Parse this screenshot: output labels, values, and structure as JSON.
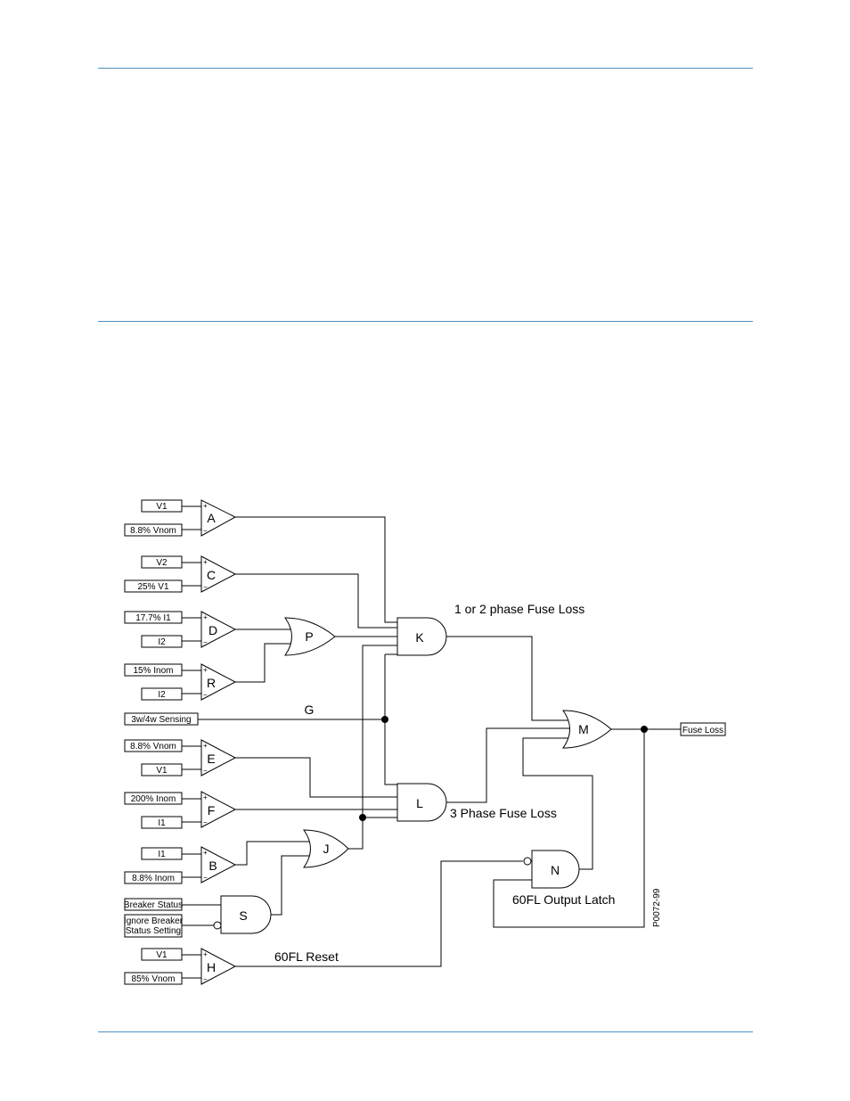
{
  "inputs": {
    "A_pos": "V1",
    "A_neg": "8.8% Vnom",
    "C_pos": "V2",
    "C_neg": "25% V1",
    "D_pos": "17.7% I1",
    "D_neg": "I2",
    "R_pos": "15% Inom",
    "R_neg": "I2",
    "G_in": "3w/4w Sensing",
    "E_pos": "8.8% Vnom",
    "E_neg": "V1",
    "F_pos": "200% Inom",
    "F_neg": "I1",
    "B_pos": "I1",
    "B_neg": "8.8% Inom",
    "S_in1": "Breaker Status",
    "S_in2_line1": "Ignore Breaker",
    "S_in2_line2": "Status Setting",
    "H_pos": "V1",
    "H_neg": "85% Vnom"
  },
  "output": "Fuse Loss",
  "gates": {
    "A": "A",
    "C": "C",
    "D": "D",
    "R": "R",
    "E": "E",
    "F": "F",
    "B": "B",
    "H": "H",
    "P": "P",
    "J": "J",
    "S": "S",
    "K": "K",
    "L": "L",
    "M": "M",
    "N": "N"
  },
  "signals": {
    "G": "G",
    "reset": "60FL Reset",
    "k_caption": "1 or 2 phase Fuse Loss",
    "l_caption": "3 Phase Fuse Loss",
    "latch": "60FL Output Latch"
  },
  "figure_id": "P0072-99",
  "comparator_signs": {
    "plus": "+",
    "minus": "−"
  }
}
